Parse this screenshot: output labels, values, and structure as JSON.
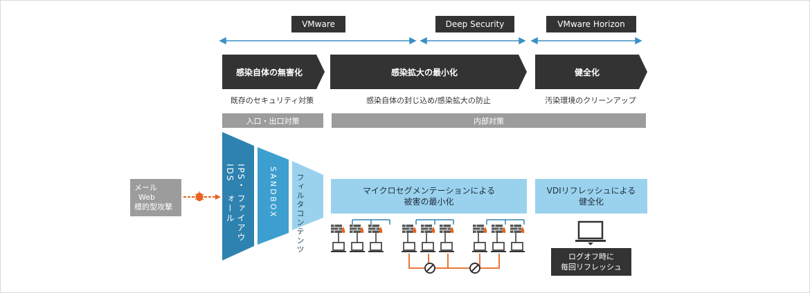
{
  "top_labels": {
    "vmware": "VMware",
    "deep_security": "Deep Security",
    "vmware_horizon": "VMware Horizon"
  },
  "phases": {
    "p1": "感染自体の無害化",
    "p2": "感染拡大の最小化",
    "p3": "健全化"
  },
  "descriptions": {
    "d1": "既存のセキュリティ対策",
    "d2": "感染自体の封じ込め/感染拡大の防止",
    "d3": "汚染環境のクリーンアップ"
  },
  "categories": {
    "entry_exit": "入口・出口対策",
    "internal": "内部対策"
  },
  "attack": {
    "line1": "メール",
    "line2": "Web",
    "line3": "標的型攻撃"
  },
  "funnel": {
    "firewall_line1": "ファイアウォール",
    "firewall_line2": "IPS・IDS",
    "sandbox": "SANDBOX",
    "content_line1": "コンテンツ",
    "content_line2": "フィルタ"
  },
  "micro": {
    "line1": "マイクロセグメンテーションによる",
    "line2": "被害の最小化"
  },
  "vdi": {
    "line1": "VDIリフレッシュによる",
    "line2": "健全化"
  },
  "note": {
    "line1": "ログオフ時に",
    "line2": "毎回リフレッシュ"
  },
  "colors": {
    "dark": "#333333",
    "gray": "#9c9c9c",
    "light_blue": "#9ad2ee",
    "arrow_blue": "#3b8fc4",
    "orange": "#e8641e"
  }
}
